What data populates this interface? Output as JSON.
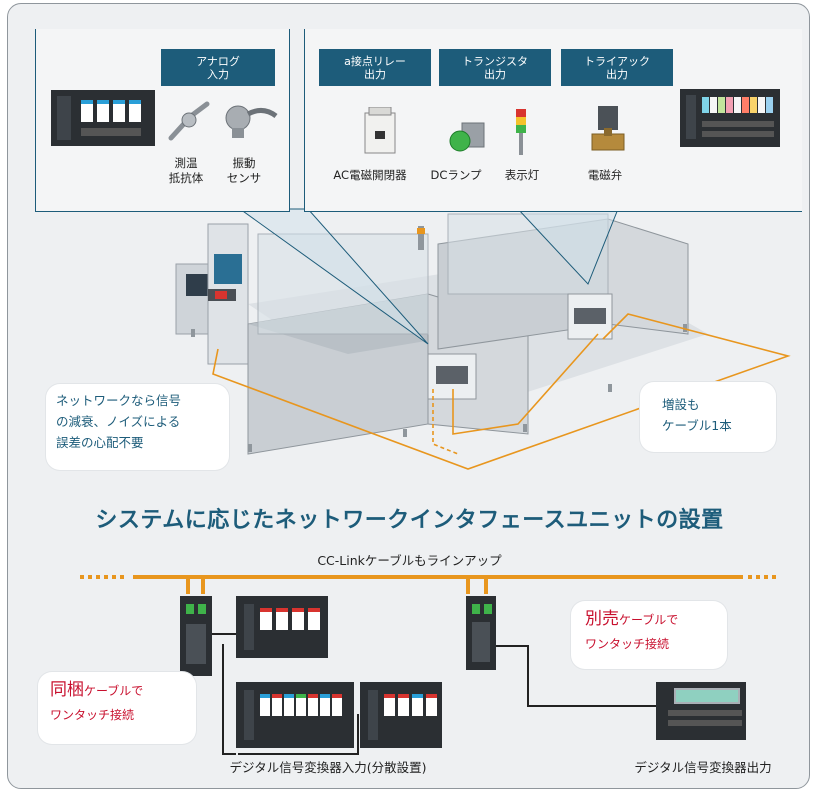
{
  "colors": {
    "accent": "#1d5c7a",
    "orange": "#e8961e",
    "red": "#c8102e",
    "panel": "#eef0f2"
  },
  "panel_left": {
    "header": "アナログ\n入力",
    "items": [
      {
        "label": "測温\n抵抗体",
        "icon": "rtd-sensor-icon"
      },
      {
        "label": "振動\nセンサ",
        "icon": "vibration-sensor-icon"
      }
    ]
  },
  "panel_right": {
    "headers": [
      "a接点リレー\n出力",
      "トランジスタ\n出力",
      "トライアック\n出力"
    ],
    "items": [
      {
        "label": "AC電磁開閉器",
        "icon": "magnetic-contactor-icon"
      },
      {
        "label": "DCランプ",
        "icon": "dc-lamp-icon"
      },
      {
        "label": "表示灯",
        "icon": "signal-tower-icon"
      },
      {
        "label": "電磁弁",
        "icon": "solenoid-valve-icon"
      }
    ]
  },
  "bubble_left": "ネットワークなら信号\nの減衰、ノイズによる\n誤差の心配不要",
  "bubble_right": "増設も\nケーブル1本",
  "section_title": "システムに応じたネットワークインタフェースユニットの設置",
  "cable_line_label": "CC-Linkケーブルもラインアップ",
  "callout_bundled": {
    "big": "同梱",
    "small": "ケーブルで",
    "line2": "ワンタッチ接続"
  },
  "callout_sold": {
    "big": "別売",
    "small": "ケーブルで",
    "line2": "ワンタッチ接続"
  },
  "caption_input": "デジタル信号変換器入力(分散設置)",
  "caption_output": "デジタル信号変換器出力"
}
